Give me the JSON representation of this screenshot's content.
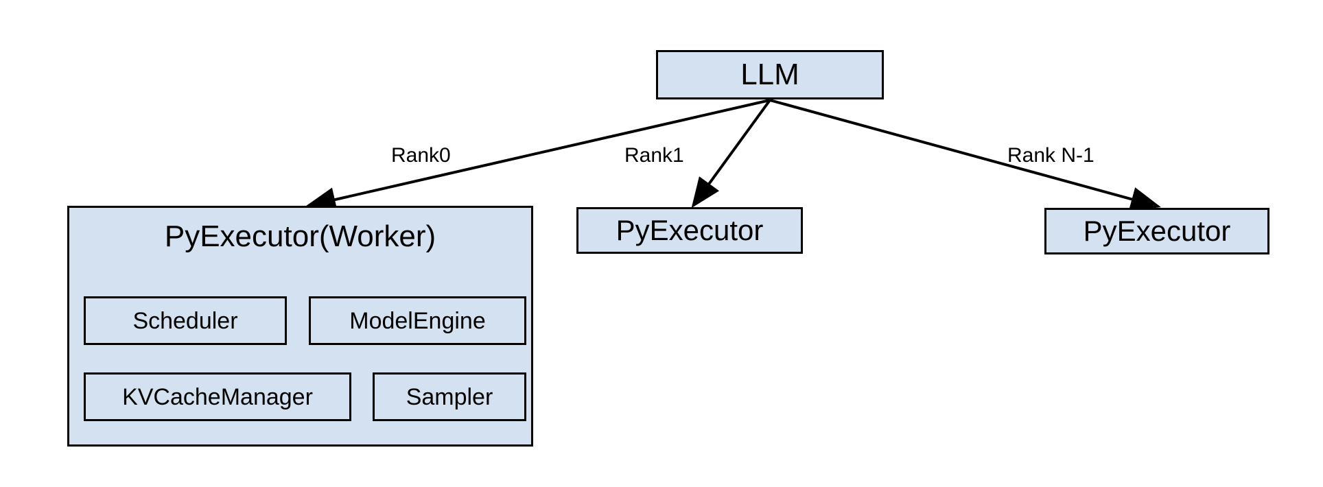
{
  "diagram": {
    "type": "architecture-tree",
    "background_color": "#ffffff",
    "node_fill_color": "#d4e1f1",
    "node_border_color": "#000000",
    "edge_color": "#000000",
    "root": {
      "id": "llm",
      "label": "LLM"
    },
    "edges": [
      {
        "id": "edge-rank0",
        "label": "Rank0",
        "from": "llm",
        "to": "worker"
      },
      {
        "id": "edge-rank1",
        "label": "Rank1",
        "from": "llm",
        "to": "executor-rank1"
      },
      {
        "id": "edge-rankn",
        "label": "Rank N-1",
        "from": "llm",
        "to": "executor-rankn"
      }
    ],
    "nodes": [
      {
        "id": "worker",
        "label": "PyExecutor(Worker)",
        "expanded": true,
        "children": [
          {
            "id": "scheduler",
            "label": "Scheduler"
          },
          {
            "id": "modelengine",
            "label": "ModelEngine"
          },
          {
            "id": "kvcache",
            "label": "KVCacheManager"
          },
          {
            "id": "sampler",
            "label": "Sampler"
          }
        ]
      },
      {
        "id": "executor-rank1",
        "label": "PyExecutor",
        "expanded": false
      },
      {
        "id": "executor-rankn",
        "label": "PyExecutor",
        "expanded": false
      }
    ]
  }
}
